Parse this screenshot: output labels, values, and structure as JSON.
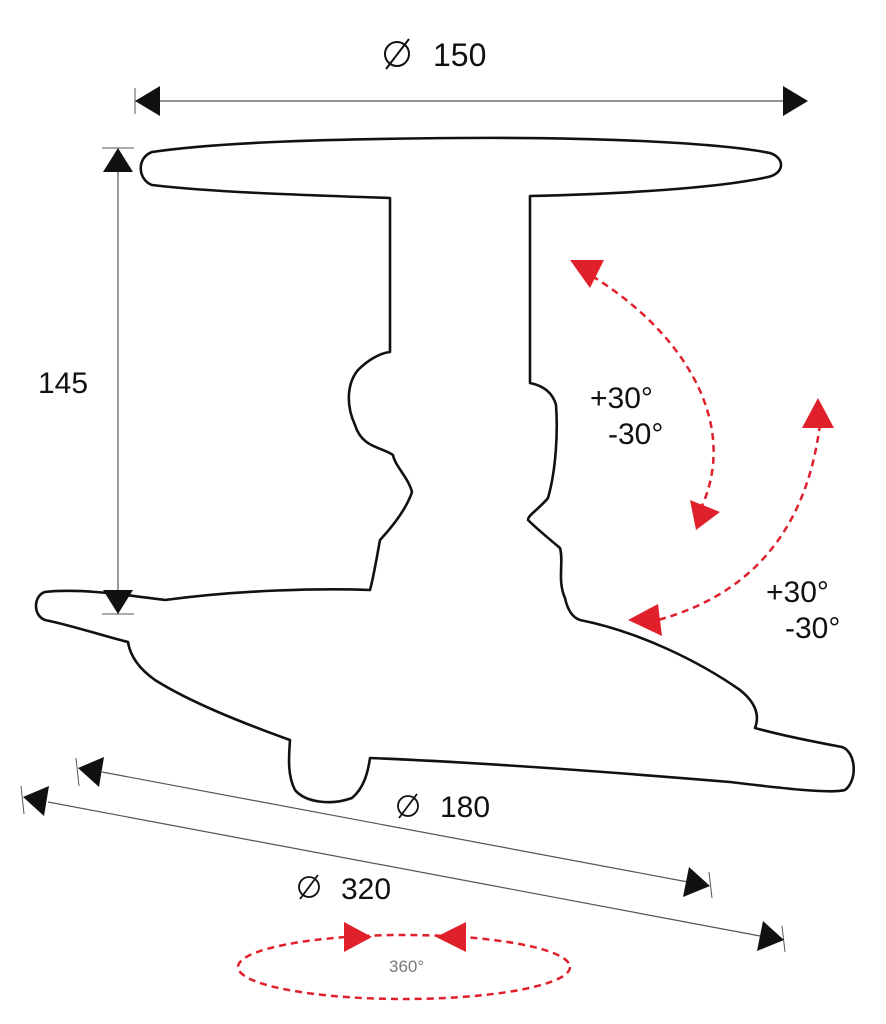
{
  "dimensions": {
    "top_diameter": {
      "symbol": "∅",
      "value": "150"
    },
    "height": {
      "value": "145"
    },
    "base_diameter_inner": {
      "symbol": "∅",
      "value": "180"
    },
    "base_diameter_outer": {
      "symbol": "∅",
      "value": "320"
    }
  },
  "rotations": {
    "upper_tilt": {
      "plus": "+30°",
      "minus": "-30°"
    },
    "lower_tilt": {
      "plus": "+30°",
      "minus": "-30°"
    },
    "base_spin": {
      "label": "360°"
    }
  },
  "colors": {
    "outline": "#111111",
    "dimension_line": "#555555",
    "rotation_arrow": "#e0202b",
    "small_label": "#7a7a7a"
  }
}
